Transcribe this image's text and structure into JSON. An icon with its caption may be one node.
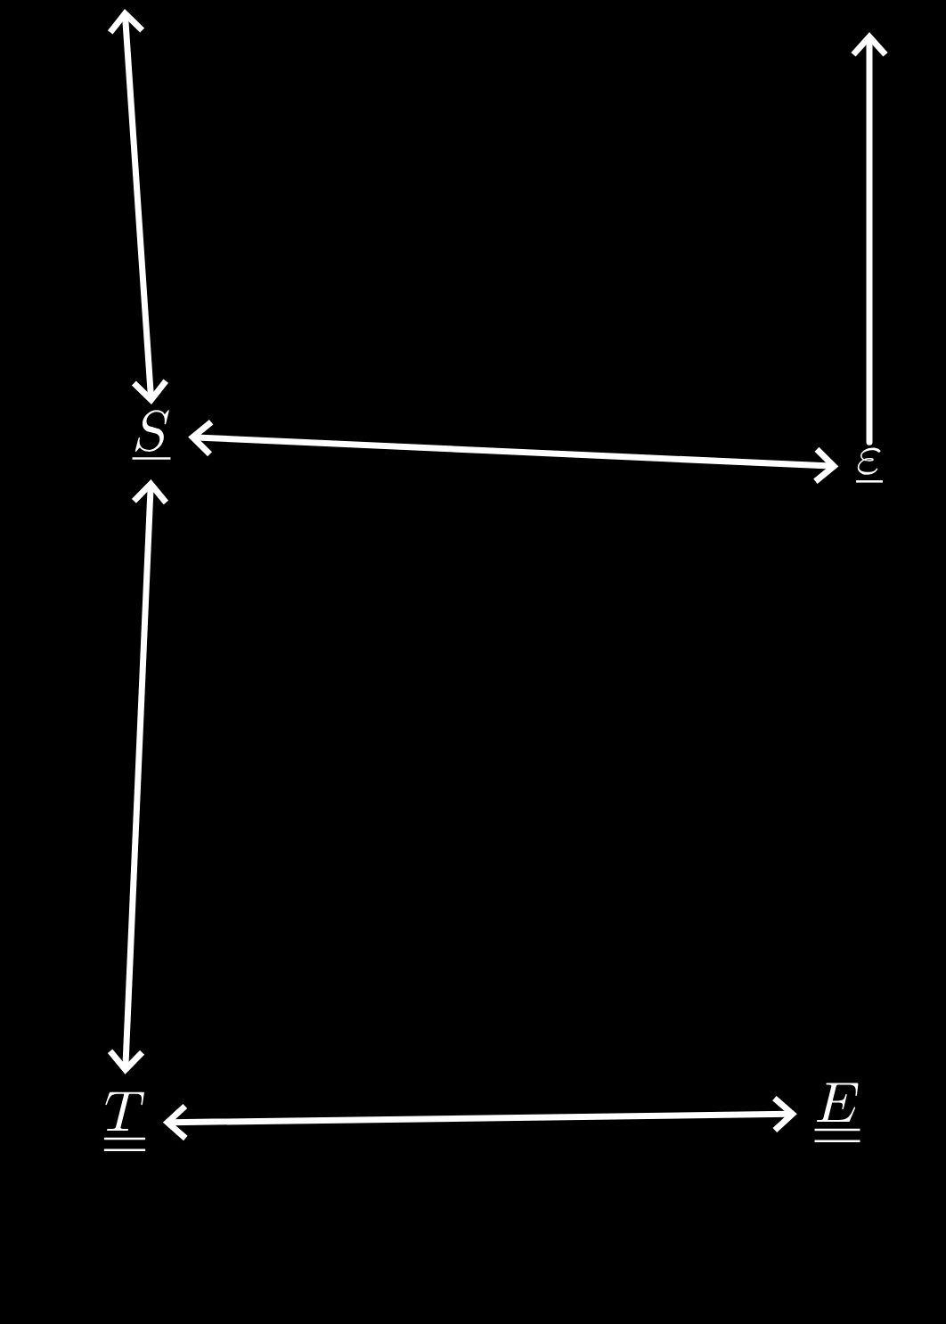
{
  "diagram": {
    "nodes": [
      {
        "text": [
          "\\underline{S}"
        ]
      },
      {
        "text": [
          "\\underline{\\varepsilon}"
        ]
      },
      {
        "text": [
          "\\underline{\\underline{T}}"
        ]
      },
      {
        "text": [
          "\\underline{\\underline{E}}"
        ]
      }
    ],
    "edges": [
      {
        "from": null,
        "to": 0,
        "arrow": "both"
      },
      {
        "from": 1,
        "to": null,
        "arrow": "to"
      },
      {
        "from": 0,
        "to": 1,
        "arrow": "both"
      },
      {
        "from": 0,
        "to": 2,
        "arrow": "both"
      },
      {
        "from": 2,
        "to": 3,
        "arrow": "both"
      }
    ]
  }
}
